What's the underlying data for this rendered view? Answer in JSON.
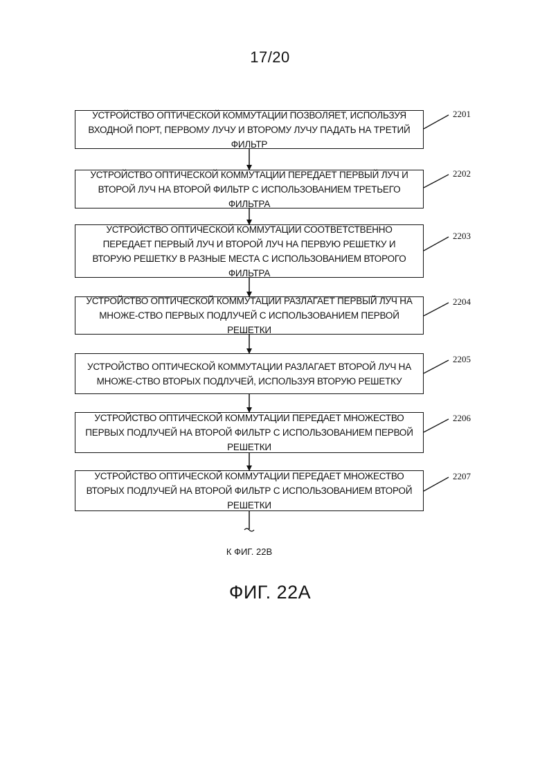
{
  "page_number": "17/20",
  "steps": [
    {
      "ref": "2201",
      "text": "УСТРОЙСТВО ОПТИЧЕСКОЙ КОММУТАЦИИ ПОЗВОЛЯЕТ, ИСПОЛЬЗУЯ ВХОДНОЙ ПОРТ, ПЕРВОМУ ЛУЧУ И ВТОРОМУ ЛУЧУ ПАДАТЬ НА ТРЕТИЙ ФИЛЬТР"
    },
    {
      "ref": "2202",
      "text": "УСТРОЙСТВО ОПТИЧЕСКОЙ КОММУТАЦИИ ПЕРЕДАЕТ ПЕРВЫЙ ЛУЧ И ВТОРОЙ ЛУЧ НА ВТОРОЙ ФИЛЬТР С ИСПОЛЬЗОВАНИЕМ ТРЕТЬЕГО ФИЛЬТРА"
    },
    {
      "ref": "2203",
      "text": "УСТРОЙСТВО ОПТИЧЕСКОЙ КОММУТАЦИИ СООТВЕТСТВЕННО ПЕРЕДАЕТ ПЕРВЫЙ ЛУЧ И ВТОРОЙ ЛУЧ НА ПЕРВУЮ РЕШЕТКУ И ВТОРУЮ РЕШЕТКУ В РАЗНЫЕ МЕСТА С ИСПОЛЬЗОВАНИЕМ ВТОРОГО ФИЛЬТРА"
    },
    {
      "ref": "2204",
      "text": "УСТРОЙСТВО ОПТИЧЕСКОЙ КОММУТАЦИИ РАЗЛАГАЕТ ПЕРВЫЙ ЛУЧ НА МНОЖЕ-СТВО ПЕРВЫХ ПОДЛУЧЕЙ С ИСПОЛЬЗОВАНИЕМ ПЕРВОЙ РЕШЕТКИ"
    },
    {
      "ref": "2205",
      "text": "УСТРОЙСТВО ОПТИЧЕСКОЙ КОММУТАЦИИ РАЗЛАГАЕТ ВТОРОЙ ЛУЧ НА МНОЖЕ-СТВО ВТОРЫХ ПОДЛУЧЕЙ, ИСПОЛЬЗУЯ ВТОРУЮ РЕШЕТКУ"
    },
    {
      "ref": "2206",
      "text": "УСТРОЙСТВО ОПТИЧЕСКОЙ КОММУТАЦИИ ПЕРЕДАЕТ МНОЖЕСТВО ПЕРВЫХ ПОДЛУЧЕЙ НА ВТОРОЙ ФИЛЬТР С ИСПОЛЬЗОВАНИЕМ ПЕРВОЙ РЕШЕТКИ"
    },
    {
      "ref": "2207",
      "text": "УСТРОЙСТВО ОПТИЧЕСКОЙ КОММУТАЦИИ ПЕРЕДАЕТ МНОЖЕСТВО ВТОРЫХ ПОДЛУЧЕЙ НА ВТОРОЙ ФИЛЬТР С ИСПОЛЬЗОВАНИЕМ ВТОРОЙ РЕШЕТКИ"
    }
  ],
  "continuation": "К ФИГ. 22В",
  "figure_title": "ФИГ. 22А"
}
